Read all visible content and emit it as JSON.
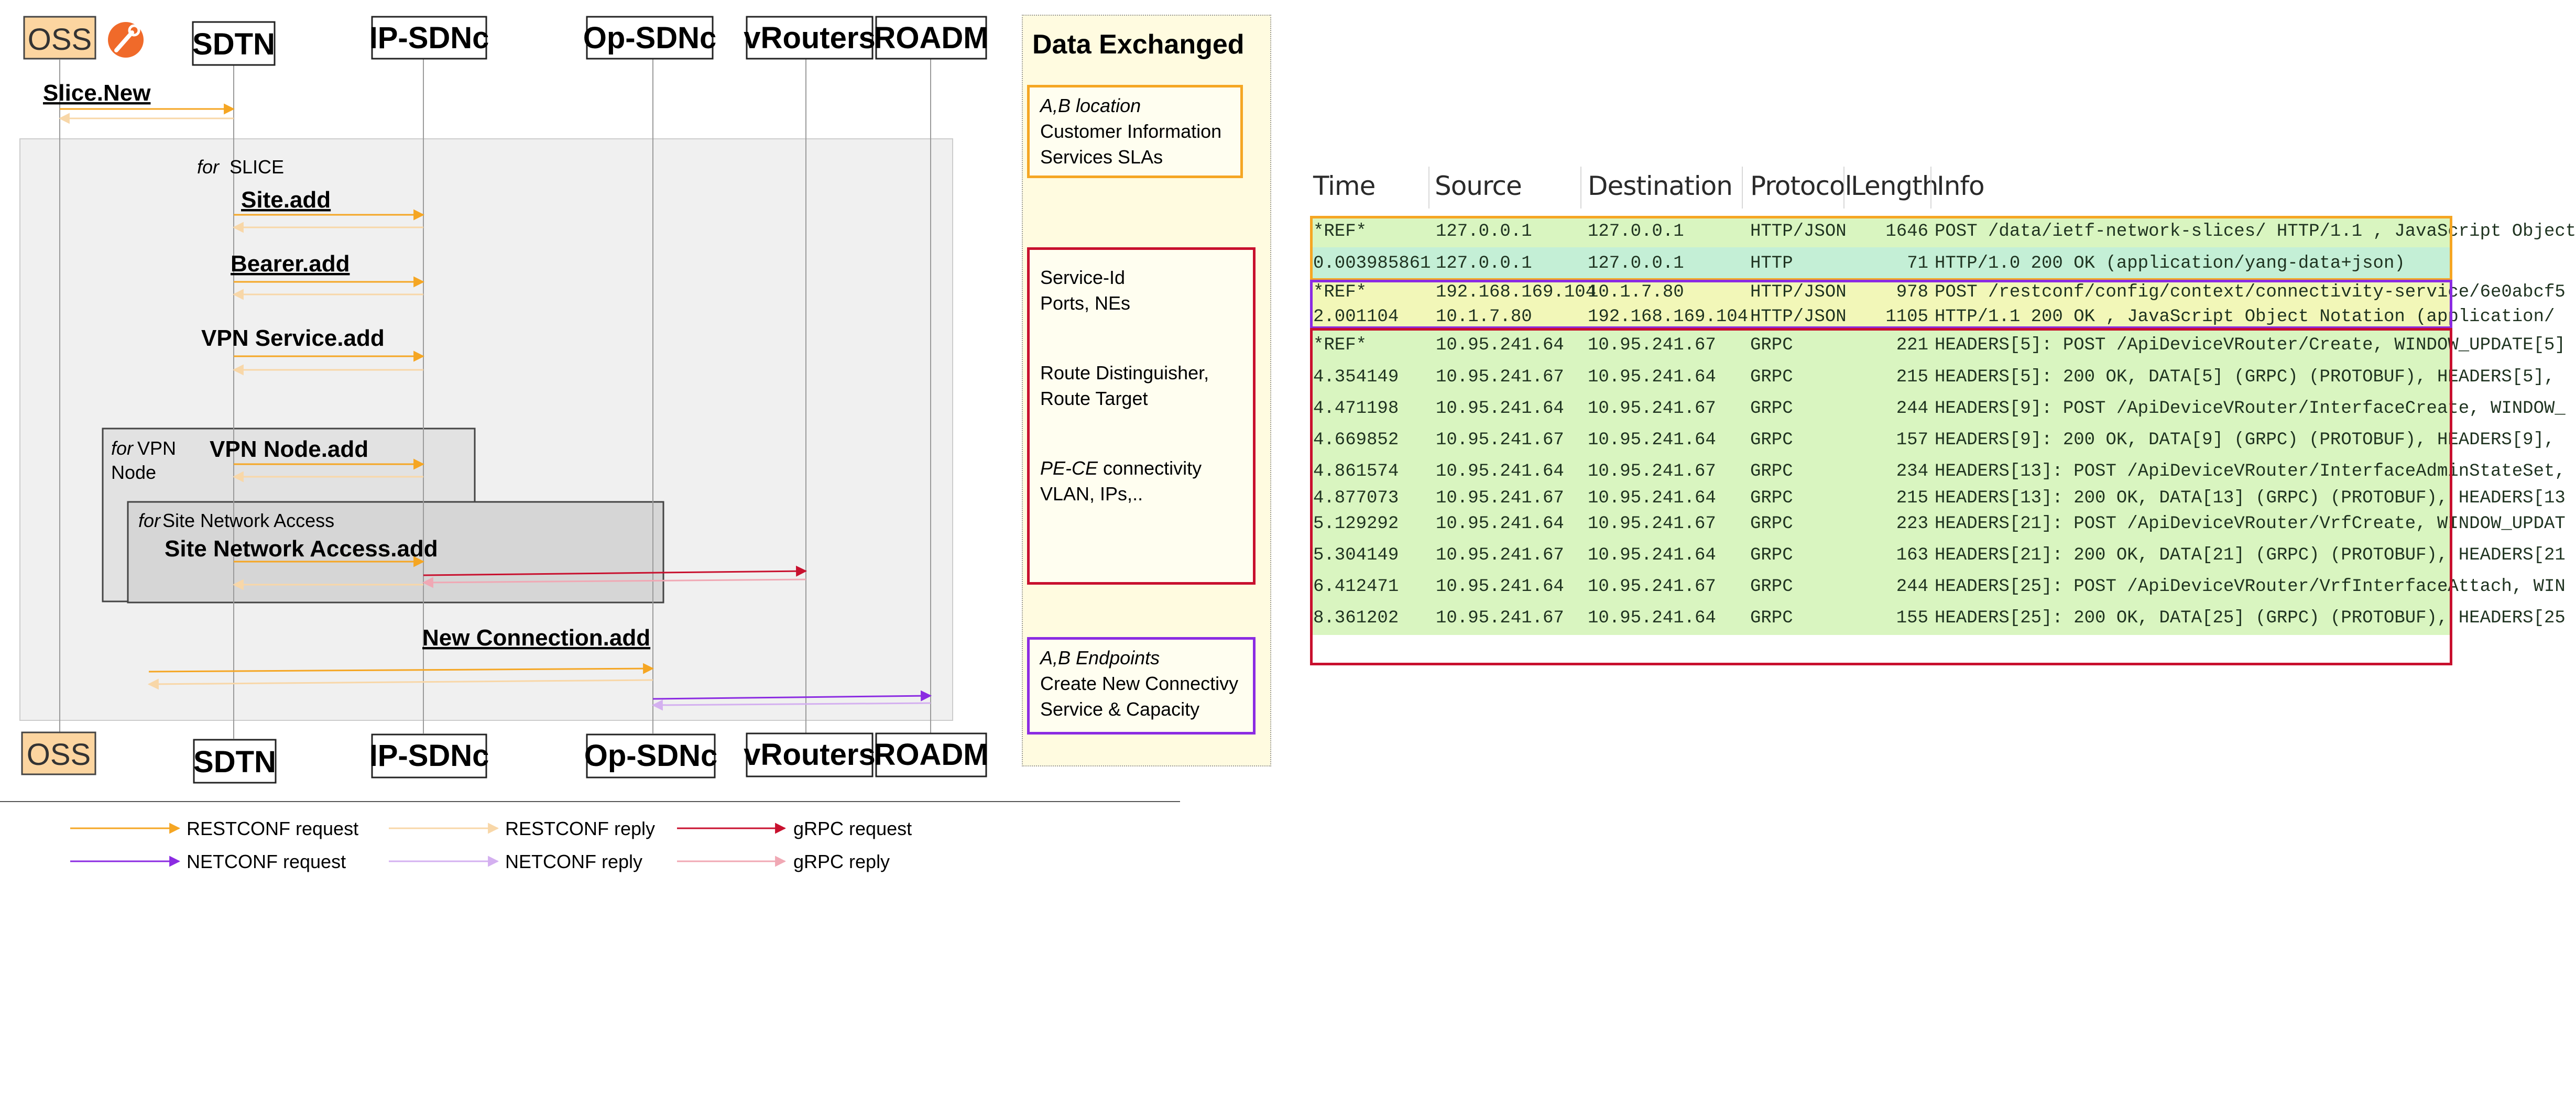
{
  "participants": {
    "top": [
      "OSS",
      "SDTN",
      "IP-SDNc",
      "Op-SDNc",
      "vRouters",
      "ROADM"
    ],
    "bottom": [
      "OSS",
      "SDTN",
      "IP-SDNc",
      "Op-SDNc",
      "vRouters",
      "ROADM"
    ]
  },
  "messages": {
    "slice_new": "Slice.New",
    "site_add": "Site.add",
    "bearer_add": "Bearer.add",
    "vpn_service_add": "VPN Service.add",
    "vpn_node_add": "VPN Node.add",
    "site_network_access_add": "Site Network Access.add",
    "new_connection_add": "New Connection.add"
  },
  "loops": {
    "for_keyword": "for",
    "slice": "SLICE",
    "vpn_node_line1": "VPN",
    "vpn_node_line2": "Node",
    "site_network_access": "Site Network Access"
  },
  "data_exchanged": {
    "title": "Data Exchanged",
    "orange": {
      "l1_it": "A,B location",
      "l2": "Customer Information",
      "l3": "Services SLAs"
    },
    "red": {
      "l1": "Service-Id",
      "l2": "Ports, NEs",
      "l3": "Route Distinguisher,",
      "l4": "Route Target",
      "l5_it": "PE-CE",
      "l5_rest": " connectivity",
      "l6": "VLAN, IPs,.."
    },
    "purple": {
      "l1_it": "A,B Endpoints",
      "l2": "Create New Connectivy",
      "l3": "Service & Capacity"
    }
  },
  "capture": {
    "headers": [
      "Time",
      "Source",
      "Destination",
      "Protocol",
      "Length",
      "Info"
    ],
    "rows": [
      [
        "*REF*",
        "127.0.0.1",
        "127.0.0.1",
        "HTTP/JSON",
        "1646",
        "POST /data/ietf-network-slices/ HTTP/1.1 , JavaScript Object"
      ],
      [
        "0.003985861",
        "127.0.0.1",
        "127.0.0.1",
        "HTTP",
        "71",
        "HTTP/1.0 200 OK  (application/yang-data+json)"
      ],
      [
        "*REF*",
        "192.168.169.104",
        "10.1.7.80",
        "HTTP/JSON",
        "978",
        "POST /restconf/config/context/connectivity-service/6e0abcf5"
      ],
      [
        "2.001104",
        "10.1.7.80",
        "192.168.169.104",
        "HTTP/JSON",
        "1105",
        "HTTP/1.1 200 OK , JavaScript Object Notation (application/"
      ],
      [
        "*REF*",
        "10.95.241.64",
        "10.95.241.67",
        "GRPC",
        "221",
        "HEADERS[5]: POST /ApiDeviceVRouter/Create, WINDOW_UPDATE[5]"
      ],
      [
        "4.354149",
        "10.95.241.67",
        "10.95.241.64",
        "GRPC",
        "215",
        "HEADERS[5]: 200 OK, DATA[5] (GRPC) (PROTOBUF), HEADERS[5],"
      ],
      [
        "4.471198",
        "10.95.241.64",
        "10.95.241.67",
        "GRPC",
        "244",
        "HEADERS[9]: POST /ApiDeviceVRouter/InterfaceCreate, WINDOW_"
      ],
      [
        "4.669852",
        "10.95.241.67",
        "10.95.241.64",
        "GRPC",
        "157",
        "HEADERS[9]: 200 OK, DATA[9] (GRPC) (PROTOBUF), HEADERS[9],"
      ],
      [
        "4.861574",
        "10.95.241.64",
        "10.95.241.67",
        "GRPC",
        "234",
        "HEADERS[13]: POST /ApiDeviceVRouter/InterfaceAdminStateSet,"
      ],
      [
        "4.877073",
        "10.95.241.67",
        "10.95.241.64",
        "GRPC",
        "215",
        "HEADERS[13]: 200 OK, DATA[13] (GRPC) (PROTOBUF), HEADERS[13"
      ],
      [
        "5.129292",
        "10.95.241.64",
        "10.95.241.67",
        "GRPC",
        "223",
        "HEADERS[21]: POST /ApiDeviceVRouter/VrfCreate, WINDOW_UPDAT"
      ],
      [
        "5.304149",
        "10.95.241.67",
        "10.95.241.64",
        "GRPC",
        "163",
        "HEADERS[21]: 200 OK, DATA[21] (GRPC) (PROTOBUF), HEADERS[21"
      ],
      [
        "6.412471",
        "10.95.241.64",
        "10.95.241.67",
        "GRPC",
        "244",
        "HEADERS[25]: POST /ApiDeviceVRouter/VrfInterfaceAttach, WIN"
      ],
      [
        "8.361202",
        "10.95.241.67",
        "10.95.241.64",
        "GRPC",
        "155",
        "HEADERS[25]: 200 OK, DATA[25] (GRPC) (PROTOBUF), HEADERS[25"
      ]
    ]
  },
  "legend": {
    "restconf_request": "RESTCONF request",
    "restconf_reply": "RESTCONF reply",
    "grpc_request": "gRPC request",
    "netconf_request": "NETCONF request",
    "netconf_reply": "NETCONF reply",
    "grpc_reply": "gRPC reply"
  },
  "colors": {
    "restconf": "#f5a623",
    "restconf_reply": "#f8d7a8",
    "grpc": "#c8102e",
    "grpc_reply": "#f0a8b4",
    "netconf": "#8b2be2",
    "netconf_reply": "#d4b0f0",
    "oss_fill": "#fcd5a0",
    "row_green": "#d9f5c0",
    "row_teal": "#c4efd6",
    "row_yellow": "#f2f7b8"
  },
  "icons": {
    "oss_tool": "wrench-icon"
  }
}
